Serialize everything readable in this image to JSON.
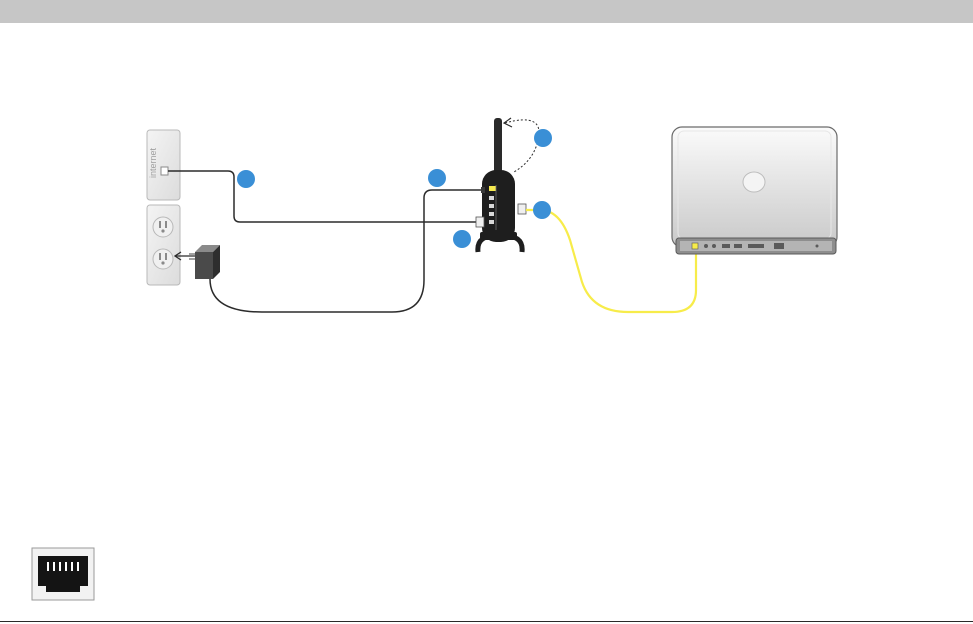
{
  "wall_plate": {
    "label": "internet"
  },
  "colors": {
    "step_marker": "#3a8fd6",
    "lan_cable": "#f7ec4a",
    "header_bar": "#c6c6c6",
    "cable_dark": "#2b2b2b"
  },
  "steps": [
    {
      "id": "step-marker-internet-cable"
    },
    {
      "id": "step-marker-router-modem-port"
    },
    {
      "id": "step-marker-antenna"
    },
    {
      "id": "step-marker-lan-cable"
    },
    {
      "id": "step-marker-power"
    }
  ],
  "icons": {
    "footer": "ethernet-port-icon"
  }
}
